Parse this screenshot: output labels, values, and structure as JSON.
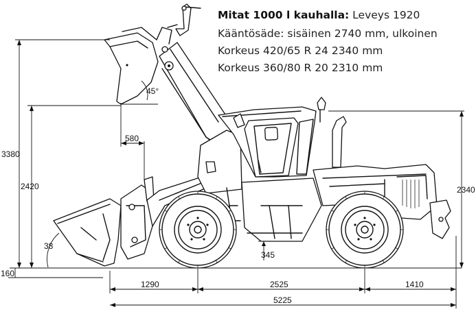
{
  "specs": {
    "title": "Mitat 1000 l kauhalla:",
    "width_text": " Leveys 1920",
    "turning_radius": "Kääntösäde: sisäinen 2740 mm, ulkoinen",
    "height_1": "Korkeus 420/65 R 24 2340 mm",
    "height_2": "Korkeus 360/80 R 20 2310 mm"
  },
  "dimensions": {
    "max_height": "3380",
    "dump_height": "2420",
    "cab_height": "2340",
    "reach": "580",
    "dump_angle": "45°",
    "rollback_angle": "38",
    "dig_depth": "160",
    "ground_clearance": "345",
    "front_overhang": "1290",
    "wheelbase": "2525",
    "rear_overhang": "1410",
    "total_length": "5225"
  }
}
